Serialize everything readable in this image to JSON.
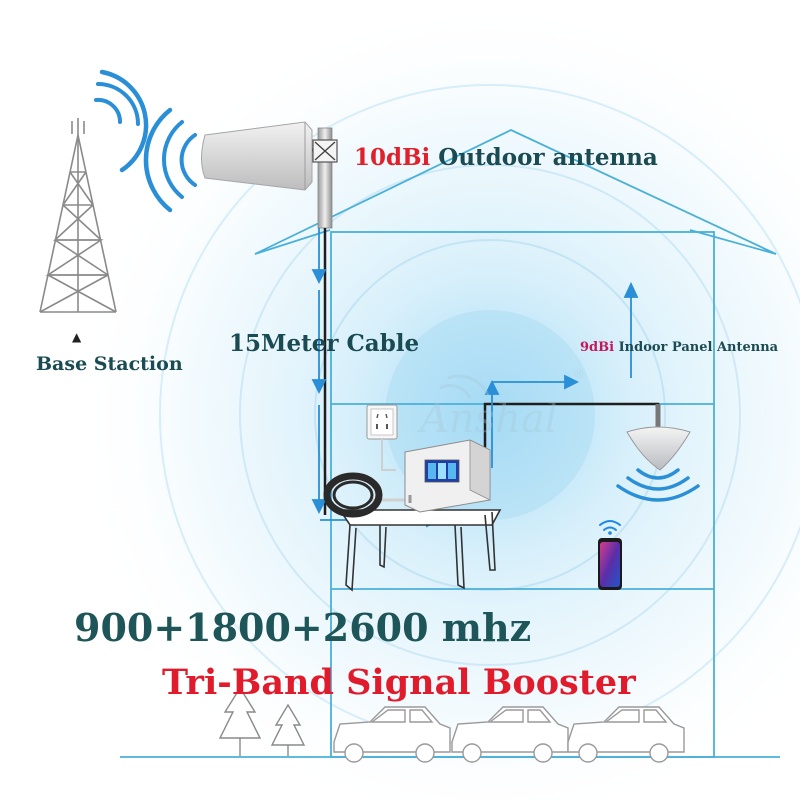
{
  "colors": {
    "accent_blue": "#2a8fd6",
    "house_line": "#4ab0d8",
    "glow": "#8fd3f4",
    "red_text": "#e0202a",
    "dark_text": "#1a4a52",
    "pink_text": "#c2185b",
    "title_red": "#e01b2c"
  },
  "labels": {
    "outdoor_gain": "10dBi",
    "outdoor_name": "Outdoor antenna",
    "base_station": "Base Staction",
    "base_marker": "▲",
    "cable": "15Meter Cable",
    "indoor_gain": "9dBi",
    "indoor_name": "Indoor Panel Antenna",
    "frequencies": "900+1800+2600 mhz",
    "title": "Tri-Band Signal Booster"
  },
  "icons": {
    "tower": "cell-tower-icon",
    "yagi": "log-periodic-antenna-icon",
    "ceiling": "ceiling-antenna-icon",
    "booster": "signal-booster-device-icon",
    "socket": "wall-socket-icon",
    "phone": "smartphone-icon",
    "cable": "coax-cable-coil-icon",
    "car": "car-icon",
    "tree": "tree-icon"
  }
}
